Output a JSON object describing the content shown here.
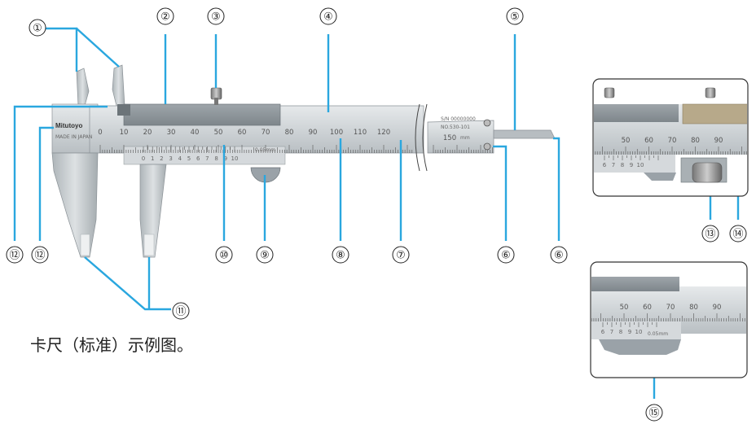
{
  "caption": "卡尺（标准）示例图。",
  "callouts": [
    "①",
    "②",
    "③",
    "④",
    "⑤",
    "⑥",
    "⑦",
    "⑧",
    "⑨",
    "⑩",
    "⑪",
    "⑫",
    "⑬",
    "⑭",
    "⑮"
  ],
  "main_scale_labels": [
    "0",
    "10",
    "20",
    "30",
    "40",
    "50",
    "60",
    "70",
    "80",
    "90",
    "100",
    "110",
    "120",
    "150"
  ],
  "unit_label": "mm",
  "vernier_labels": [
    "0",
    "1",
    "2",
    "3",
    "4",
    "5",
    "6",
    "7",
    "8",
    "9",
    "10"
  ],
  "brand": "Mitutoyo",
  "brand_sub": "MADE IN JAPAN",
  "serial_lines": [
    "S/N 00000000",
    "NO.530-101"
  ],
  "vernier_note": "0.05mm",
  "inset1_scale_labels": [
    "50",
    "60",
    "70",
    "80",
    "90"
  ],
  "inset1_vernier_labels": [
    "6",
    "7",
    "8",
    "9",
    "10"
  ],
  "inset2_scale_labels": [
    "50",
    "60",
    "70",
    "80",
    "90"
  ],
  "inset2_vernier_labels": [
    "6",
    "7",
    "8",
    "9",
    "10"
  ],
  "inset2_note": "0.05mm",
  "colors": {
    "leader": "#2aa7df",
    "steel": "#c9cfd3",
    "steel_dark": "#9aa2a8",
    "text": "#222222"
  }
}
